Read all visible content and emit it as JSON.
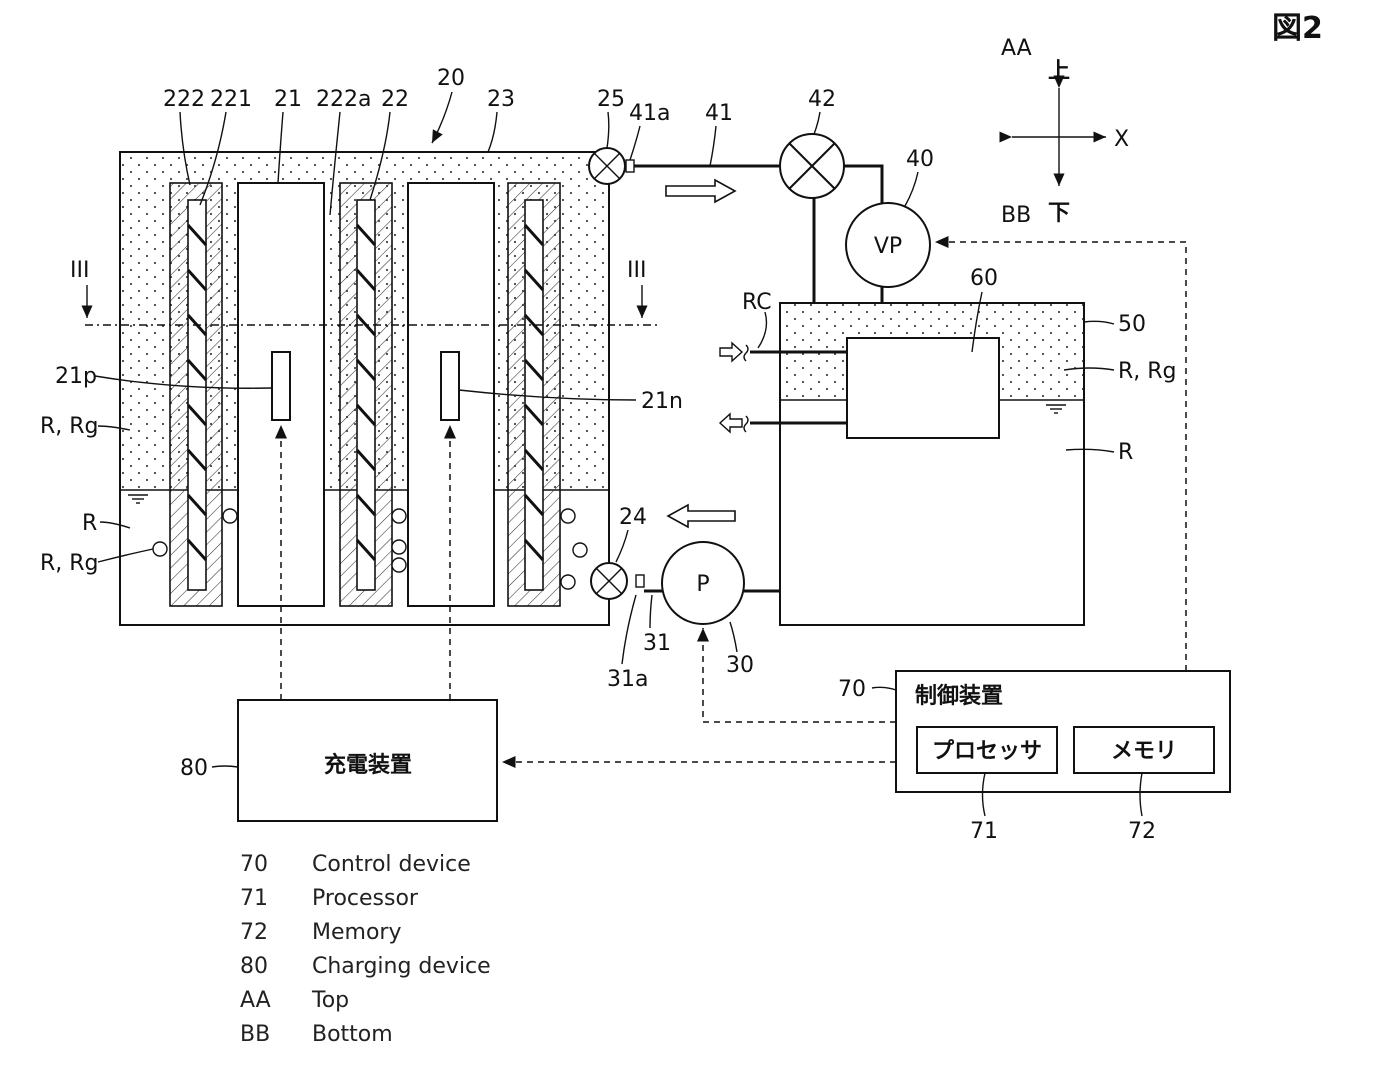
{
  "figure_title": "図2",
  "orientation": {
    "top_tag": "AA",
    "top_jp": "上",
    "bottom_tag": "BB",
    "bottom_jp": "下",
    "x_axis": "X"
  },
  "refs": {
    "r20": "20",
    "r222": "222",
    "r221": "221",
    "r21": "21",
    "r222a": "222a",
    "r22": "22",
    "r23": "23",
    "r25": "25",
    "r41a": "41a",
    "r41": "41",
    "r42": "42",
    "r40": "40",
    "r60": "60",
    "r50": "50",
    "r21p": "21p",
    "r21n": "21n",
    "r24": "24",
    "r31": "31",
    "r31a": "31a",
    "r30": "30",
    "r70": "70",
    "r71": "71",
    "r72": "72",
    "r80": "80",
    "section_left": "III",
    "section_right": "III",
    "rc": "RC"
  },
  "liquid_labels": {
    "left_gas": "R, Rg",
    "left_liquid": "R",
    "left_bubble": "R, Rg",
    "right_gas": "R, Rg",
    "right_liquid": "R"
  },
  "components": {
    "vacuum_pump": "VP",
    "pump": "P",
    "control_device": "制御装置",
    "processor": "プロセッサ",
    "memory": "メモリ",
    "charging_device": "充電装置"
  },
  "legend": [
    {
      "code": "70",
      "text": "Control device"
    },
    {
      "code": "71",
      "text": "Processor"
    },
    {
      "code": "72",
      "text": "Memory"
    },
    {
      "code": "80",
      "text": "Charging device"
    },
    {
      "code": "AA",
      "text": "Top"
    },
    {
      "code": "BB",
      "text": "Bottom"
    }
  ]
}
